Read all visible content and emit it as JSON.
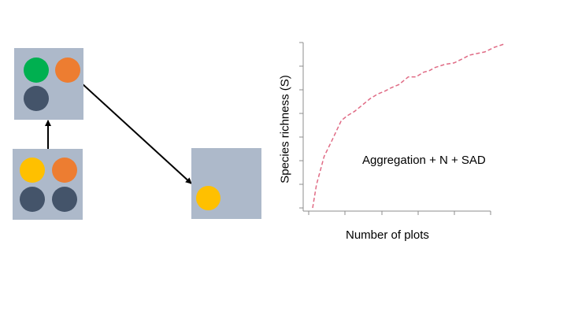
{
  "colors": {
    "plot_bg": "#adb9ca",
    "green": "#00b050",
    "orange": "#ed7d31",
    "navy": "#44546a",
    "yellow": "#ffc000",
    "curve": "#e06b85"
  },
  "plots": {
    "top_left": [
      "green",
      "orange",
      "navy"
    ],
    "bottom_left": [
      "yellow",
      "orange",
      "navy",
      "navy"
    ],
    "right": [
      "yellow"
    ]
  },
  "chart_data": {
    "type": "line",
    "title": "",
    "xlabel": "Number of plots",
    "ylabel": "Species richness (S)",
    "annotation": "Aggregation + N + SAD",
    "series": [
      {
        "line_style": "dashed",
        "x": [
          0,
          0.02,
          0.06,
          0.1,
          0.15,
          0.18,
          0.22,
          0.26,
          0.3,
          0.34,
          0.38,
          0.41,
          0.45,
          0.5,
          0.54,
          0.58,
          0.61,
          0.64,
          0.69,
          0.74,
          0.79,
          0.82,
          0.86,
          0.9,
          0.95,
          1.0
        ],
        "y": [
          0,
          0.15,
          0.33,
          0.43,
          0.56,
          0.59,
          0.62,
          0.66,
          0.7,
          0.73,
          0.75,
          0.77,
          0.79,
          0.84,
          0.84,
          0.87,
          0.88,
          0.9,
          0.92,
          0.93,
          0.96,
          0.98,
          0.99,
          1.0,
          1.03,
          1.05
        ]
      }
    ]
  }
}
